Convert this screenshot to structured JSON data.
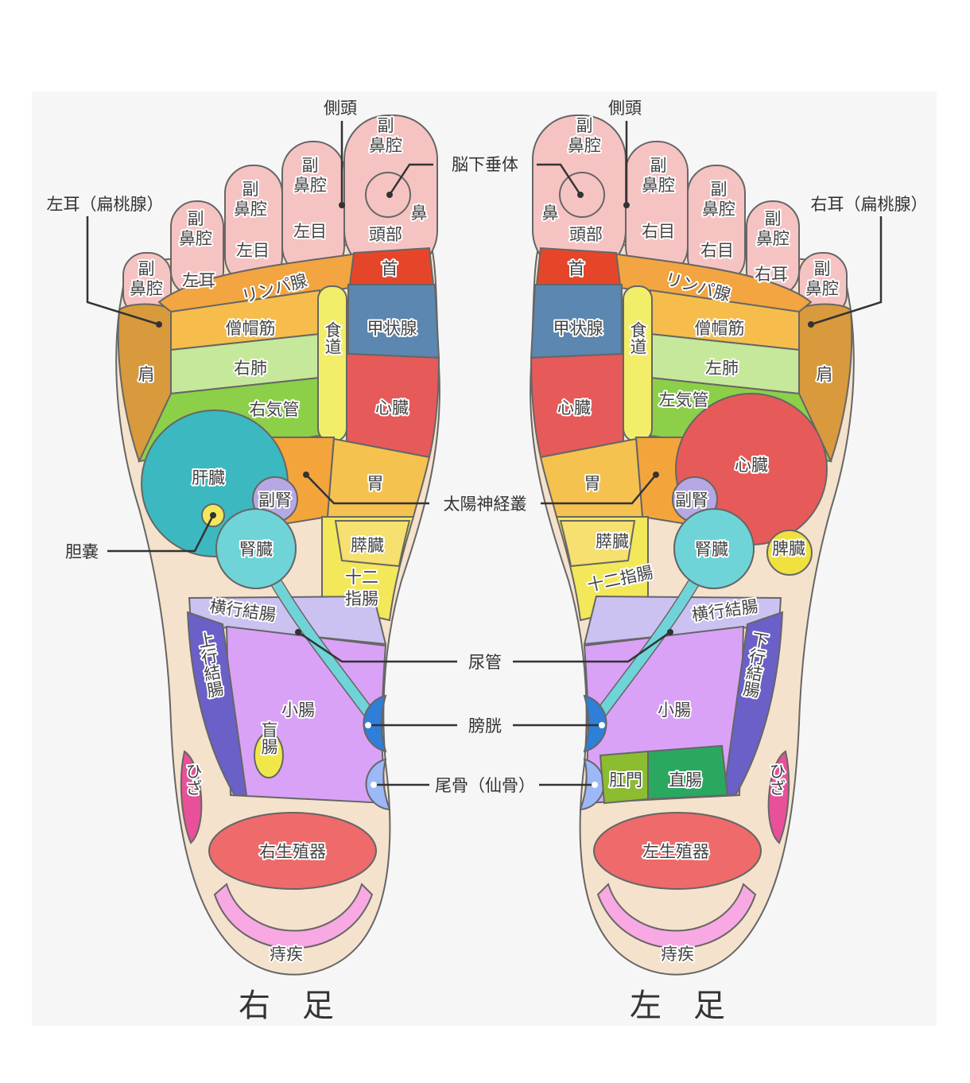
{
  "colors": {
    "sole": "#f5e2cc",
    "toe": "#f6c3c3",
    "lymph": "#f2a540",
    "trapezius": "#f6bd4c",
    "lung": "#c6e89a",
    "bronchi": "#8ccf48",
    "shoulder": "#d89a3c",
    "neck": "#e5462a",
    "thyroid": "#5b87b0",
    "heart": "#e65a5a",
    "esophagus": "#f3ee6a",
    "stomach": "#f5c250",
    "solar": "#f3a53c",
    "liver": "#3cb8c0",
    "adrenal": "#b6a8e2",
    "kidney": "#6ed4d8",
    "pancreas": "#f5e070",
    "duodenum": "#f2e85a",
    "transverse": "#cbc2f2",
    "ascending": "#6a60c8",
    "small_intestine": "#d9a2f6",
    "bladder": "#2f7fd8",
    "coccyx": "#9cb8f6",
    "knee": "#e8509a",
    "genital": "#ef6a6a",
    "hemorrhoid": "#f8a8e2",
    "spleen": "#f0e040",
    "rectum": "#2aa860",
    "anus": "#8cbc30"
  },
  "sinus": [
    "副",
    "鼻腔"
  ],
  "shared": {
    "temporal": "側頭",
    "pituitary": "脳下垂体",
    "nose": "鼻",
    "head": "頭部",
    "neck": "首",
    "lymph": "リンパ腺",
    "trapezius": "僧帽筋",
    "esophagus": "食道",
    "thyroid": "甲状腺",
    "heart": "心臓",
    "shoulder": "肩",
    "stomach": "胃",
    "adrenal": "副腎",
    "kidney": "腎臓",
    "pancreas": "膵臓",
    "solar_plexus": "太陽神経叢",
    "transverse_colon": "横行結腸",
    "small_intestine": "小腸",
    "ureter": "尿管",
    "bladder": "膀胱",
    "coccyx": "尾骨（仙骨）",
    "knee": "ひざ",
    "hemorrhoid": "痔疾"
  },
  "right_foot": {
    "title": "右　足",
    "ear": "左耳（扁桃腺）",
    "eye": "左目",
    "ear_short": "左耳",
    "lung": "右肺",
    "bronchi": "右気管",
    "liver": "肝臓",
    "gallbladder": "胆嚢",
    "duodenum": [
      "十二",
      "指腸"
    ],
    "ascending_colon": "上行結腸",
    "cecum": "盲腸",
    "genital": "右生殖器"
  },
  "left_foot": {
    "title": "左　足",
    "ear": "右耳（扁桃腺）",
    "eye": "右目",
    "ear_short": "右耳",
    "lung": "左肺",
    "bronchi": "左気管",
    "spleen": "脾臓",
    "duodenum": "十二指腸",
    "descending_colon": "下行結腸",
    "anus": "肛門",
    "rectum": "直腸",
    "genital": "左生殖器"
  }
}
